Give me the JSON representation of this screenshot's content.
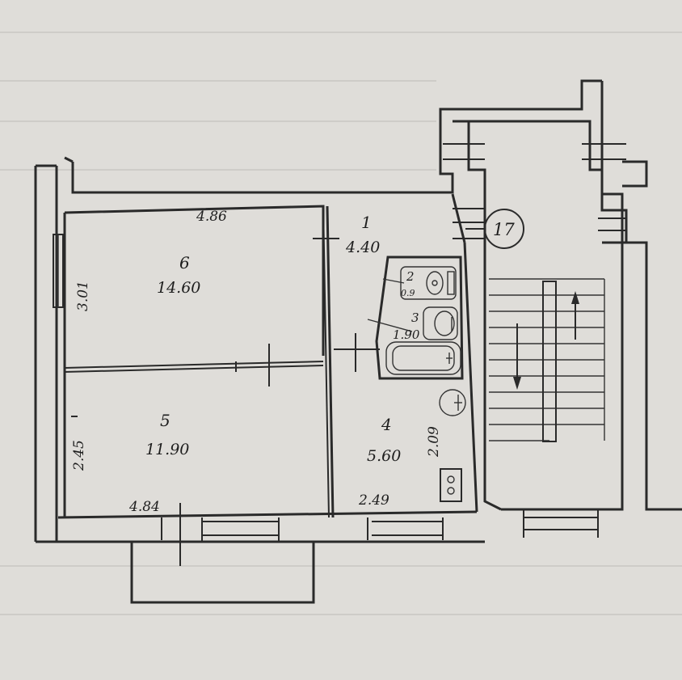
{
  "rooms": [
    {
      "num": "6",
      "area": "14.60"
    },
    {
      "num": "5",
      "area": "11.90"
    },
    {
      "num": "1",
      "area": "4.40"
    },
    {
      "num": "2",
      "area": "0.9"
    },
    {
      "num": "3",
      "area": "1.90"
    },
    {
      "num": "4",
      "area": "5.60"
    }
  ],
  "dimensions": {
    "top_width": "4.86",
    "bottom_width": "4.84",
    "left_height_upper": "3.01",
    "left_height_lower": "2.45",
    "hall_height": "2.09",
    "hall_width": "2.49"
  },
  "apartment_number": "17"
}
